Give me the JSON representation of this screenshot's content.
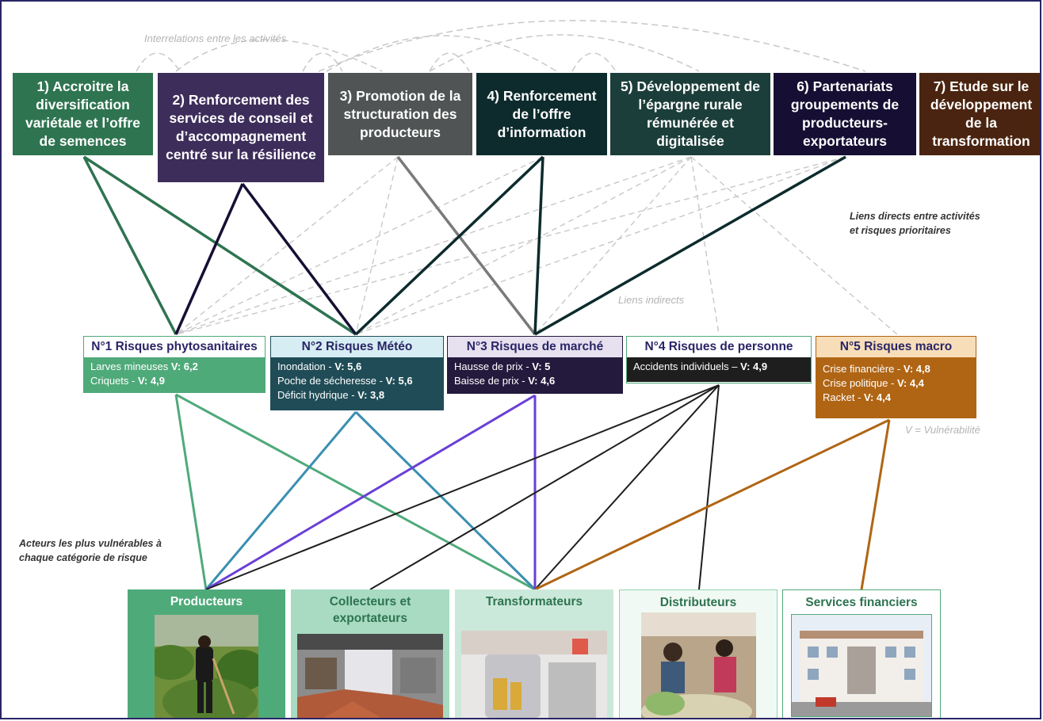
{
  "notes": {
    "interrelations": "Interrelations entre les activités",
    "direct_links": [
      "Liens directs entre activités",
      "et risques prioritaires"
    ],
    "indirect_links": "Liens indirects",
    "vulnerability": "V = Vulnérabilité",
    "actors": [
      "Acteurs les plus vulnérables à",
      "chaque catégorie de risque"
    ]
  },
  "activities": [
    {
      "label": "1) Accroitre la diversification variétale et l’offre de semences",
      "color": "#2e7450"
    },
    {
      "label": "2) Renforcement des services de conseil et d’accompagnement centré sur la résilience",
      "color": "#3d2d5a"
    },
    {
      "label": "3) Promotion de la structuration des producteurs",
      "color": "#505454"
    },
    {
      "label": "4) Renforcement de l’offre d’information",
      "color": "#0d2b2c"
    },
    {
      "label": "5) Développement de l’épargne rurale rémunérée et digitalisée",
      "color": "#1c3e3a"
    },
    {
      "label": "6) Partenariats groupements de producteurs-exportateurs",
      "color": "#160f33"
    },
    {
      "label": "7) Etude sur le développement de la transformation",
      "color": "#4a2410"
    }
  ],
  "risks": [
    {
      "title": "N°1 Risques phytosanitaires",
      "title_bg": "#ffffff",
      "body_bg": "#4faa7a",
      "border": "#4faa7a",
      "items": [
        {
          "text": "Larves mineuses ",
          "v": "V: 6,2"
        },
        {
          "text": "Criquets - ",
          "v": "V: 4,9"
        }
      ]
    },
    {
      "title": "N°2 Risques Météo",
      "title_bg": "#d6eef3",
      "body_bg": "#1f4c57",
      "border": "#1f4c57",
      "items": [
        {
          "text": "Inondation - ",
          "v": "V:  5,6"
        },
        {
          "text": "Poche de sécheresse - ",
          "v": "V: 5,6"
        },
        {
          "text": "Déficit hydrique - ",
          "v": "V: 3,8"
        }
      ]
    },
    {
      "title": "N°3 Risques de marché",
      "title_bg": "#e6e0ef",
      "body_bg": "#231a3d",
      "border": "#231a3d",
      "items": [
        {
          "text": "Hausse de prix - ",
          "v": "V: 5"
        },
        {
          "text": "Baisse de prix - ",
          "v": "V: 4,6"
        }
      ]
    },
    {
      "title": "N°4 Risques de personne",
      "title_bg": "#ffffff",
      "body_bg": "#1e1e1e",
      "border": "#4faa7a",
      "items": [
        {
          "text": "Accidents individuels – ",
          "v": "V: 4,9"
        }
      ]
    },
    {
      "title": "N°5 Risques macro",
      "title_bg": "#f8deb8",
      "body_bg": "#b06514",
      "border": "#b06514",
      "items": [
        {
          "text": "Crise financière - ",
          "v": "V: 4,8"
        },
        {
          "text": "Crise politique - ",
          "v": "V: 4,4"
        },
        {
          "text": "Racket - ",
          "v": "V: 4,4"
        }
      ]
    }
  ],
  "actors": [
    {
      "label": "Producteurs",
      "bg": "#4faa7a",
      "text": "#ffffff",
      "border": "#4faa7a"
    },
    {
      "label": "Collecteurs et exportateurs",
      "bg": "#a8dbc1",
      "text": "#2e7450",
      "border": "#a8dbc1"
    },
    {
      "label": "Transformateurs",
      "bg": "#cbe9da",
      "text": "#2e7450",
      "border": "#cbe9da"
    },
    {
      "label": "Distributeurs",
      "bg": "#f1f9f4",
      "text": "#2e7450",
      "border": "#8fd4ae"
    },
    {
      "label": "Services financiers",
      "bg": "#ffffff",
      "text": "#2e7450",
      "border": "#4faa7a"
    }
  ]
}
